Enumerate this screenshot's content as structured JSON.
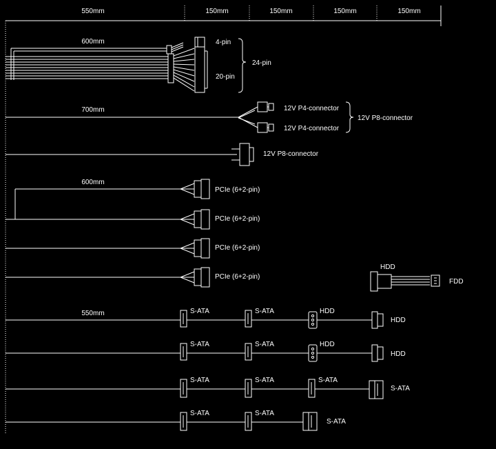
{
  "ruler": {
    "segments": [
      "550mm",
      "150mm",
      "150mm",
      "150mm",
      "150mm"
    ]
  },
  "cables": {
    "atx": {
      "length": "600mm",
      "pin4": "4-pin",
      "pin20": "20-pin",
      "pin24": "24-pin"
    },
    "eps1": {
      "length": "700mm",
      "p4a": "12V P4-connector",
      "p4b": "12V P4-connector",
      "p8": "12V P8-connector"
    },
    "eps2": {
      "p8": "12V P8-connector"
    },
    "pcie": {
      "length": "600mm",
      "c1": "PCIe (6+2-pin)",
      "c2": "PCIe (6+2-pin)",
      "c3": "PCIe (6+2-pin)",
      "c4": "PCIe (6+2-pin)"
    },
    "adapter": {
      "hdd": "HDD",
      "fdd": "FDD"
    },
    "row1": {
      "length": "550mm",
      "s1": "S-ATA",
      "s2": "S-ATA",
      "h1": "HDD",
      "h2": "HDD"
    },
    "row2": {
      "s1": "S-ATA",
      "s2": "S-ATA",
      "h1": "HDD",
      "h2": "HDD"
    },
    "row3": {
      "s1": "S-ATA",
      "s2": "S-ATA",
      "s3": "S-ATA",
      "s4": "S-ATA"
    },
    "row4": {
      "s1": "S-ATA",
      "s2": "S-ATA",
      "s3": "S-ATA"
    }
  }
}
